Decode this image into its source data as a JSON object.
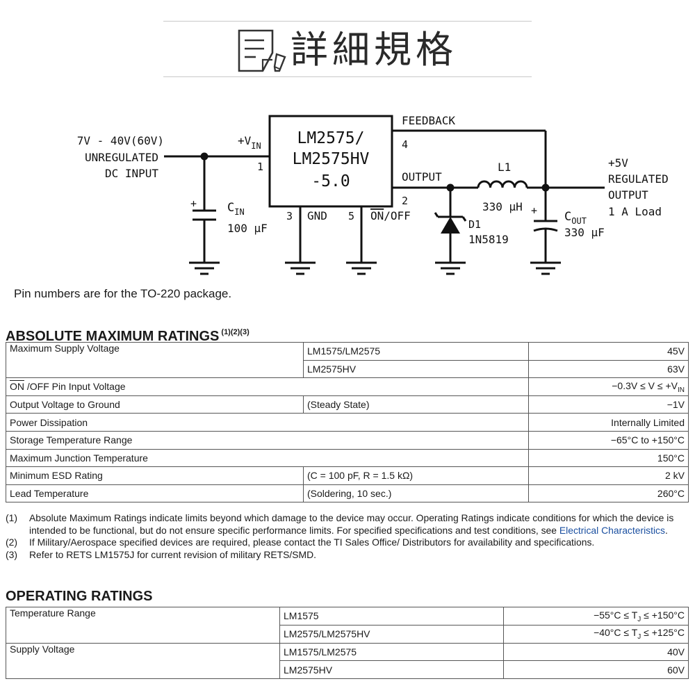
{
  "header": {
    "title": "詳細規格"
  },
  "schematic": {
    "input_voltage": "7V - 40V(60V)",
    "input_label_1": "UNREGULATED",
    "input_label_2": "DC INPUT",
    "vin_label": "+V",
    "vin_sub": "IN",
    "pin1": "1",
    "ic_line1": "LM2575/",
    "ic_line2": "LM2575HV",
    "ic_line3": "-5.0",
    "feedback_label": "FEEDBACK",
    "pin4": "4",
    "output_label": "OUTPUT",
    "pin2": "2",
    "pin3": "3",
    "gnd_label": "GND",
    "pin5": "5",
    "onoff_on": "ON",
    "onoff_off": "/OFF",
    "cin_plus": "+",
    "cin_label": "C",
    "cin_sub": "IN",
    "cin_value": "100 μF",
    "l1_label": "L1",
    "l1_value": "330 μH",
    "d1_label": "D1",
    "d1_part": "1N5819",
    "cout_plus": "+",
    "cout_label": "C",
    "cout_sub": "OUT",
    "cout_value": "330 μF",
    "out_line1": "+5V",
    "out_line2": "REGULATED",
    "out_line3": "OUTPUT",
    "out_line4": "1 A Load",
    "note": "Pin numbers are for the TO-220 package."
  },
  "abs_max": {
    "title": "ABSOLUTE MAXIMUM RATINGS",
    "refs": "(1)(2)(3)",
    "rows": [
      {
        "param": "Maximum Supply Voltage",
        "cond": "LM1575/LM2575",
        "value": "45V"
      },
      {
        "cond": "LM2575HV",
        "value": "63V"
      },
      {
        "param_on": "ON",
        "param_rest": " /OFF Pin Input Voltage",
        "value": "−0.3V ≤ V ≤ +V",
        "value_sub": "IN"
      },
      {
        "param": "Output Voltage to Ground",
        "cond": "(Steady State)",
        "value": "−1V"
      },
      {
        "param": "Power Dissipation",
        "value": "Internally Limited"
      },
      {
        "param": "Storage Temperature Range",
        "value": "−65°C to +150°C"
      },
      {
        "param": "Maximum Junction Temperature",
        "value": "150°C"
      },
      {
        "param": "Minimum ESD Rating",
        "cond": "(C = 100 pF, R = 1.5 kΩ)",
        "value": "2 kV"
      },
      {
        "param": "Lead Temperature",
        "cond": "(Soldering, 10 sec.)",
        "value": "260°C"
      }
    ]
  },
  "notes": [
    {
      "num": "(1)",
      "text": "Absolute Maximum Ratings indicate limits beyond which damage to the device may occur. Operating Ratings indicate conditions for which the device is intended to be functional, but do not ensure specific performance limits. For specified specifications and test conditions, see ",
      "link": "Electrical Characteristics",
      "after": "."
    },
    {
      "num": "(2)",
      "text": "If Military/Aerospace specified devices are required, please contact the TI Sales Office/ Distributors for availability and specifications."
    },
    {
      "num": "(3)",
      "text": "Refer to RETS LM1575J for current revision of military RETS/SMD."
    }
  ],
  "op_ratings": {
    "title": "OPERATING RATINGS",
    "rows": [
      {
        "param": "Temperature Range",
        "cond": "LM1575",
        "v1": "−55°C ≤ T",
        "vsub": "J",
        "v2": " ≤ +150°C"
      },
      {
        "cond": "LM2575/LM2575HV",
        "v1": "−40°C ≤ T",
        "vsub": "J",
        "v2": " ≤ +125°C"
      },
      {
        "param": "Supply Voltage",
        "cond": "LM1575/LM2575",
        "v1": "40V"
      },
      {
        "cond": "LM2575HV",
        "v1": "60V"
      }
    ]
  }
}
